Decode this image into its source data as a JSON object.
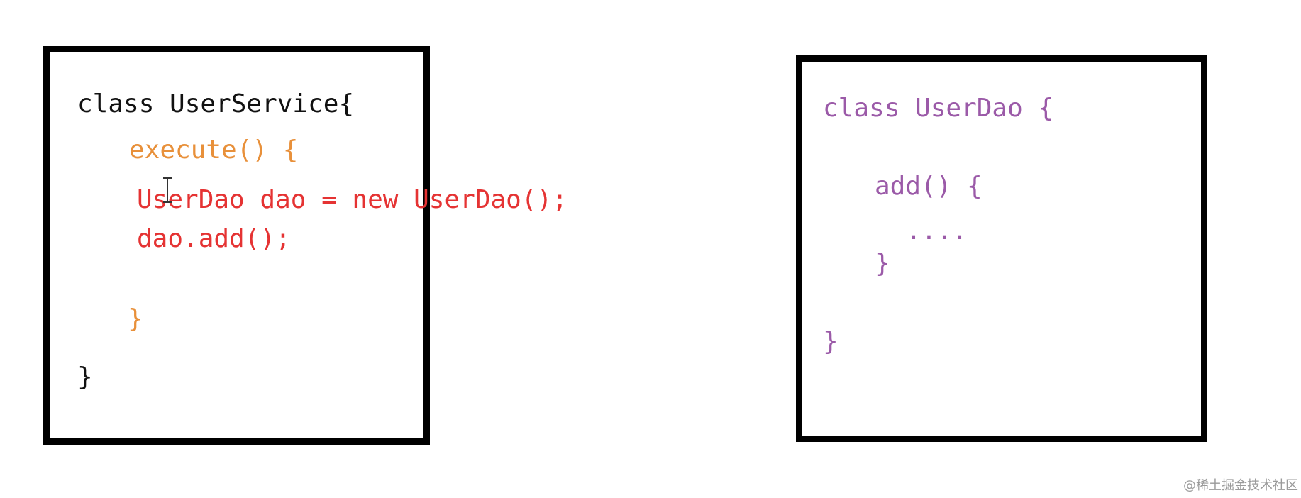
{
  "user_service_box": {
    "lines": [
      "class UserService{",
      "execute() {",
      "UserDao dao = new UserDao();",
      "dao.add();",
      "}",
      "}"
    ]
  },
  "user_dao_box": {
    "lines": [
      "class UserDao {",
      "add() {",
      "....",
      "}",
      "}"
    ]
  },
  "watermark": "@稀土掘金技术社区",
  "colors": {
    "class_text": "#111111",
    "method_text": "#e8903a",
    "body_text": "#e53333",
    "dao_text": "#9b5aa8",
    "border": "#000000"
  }
}
